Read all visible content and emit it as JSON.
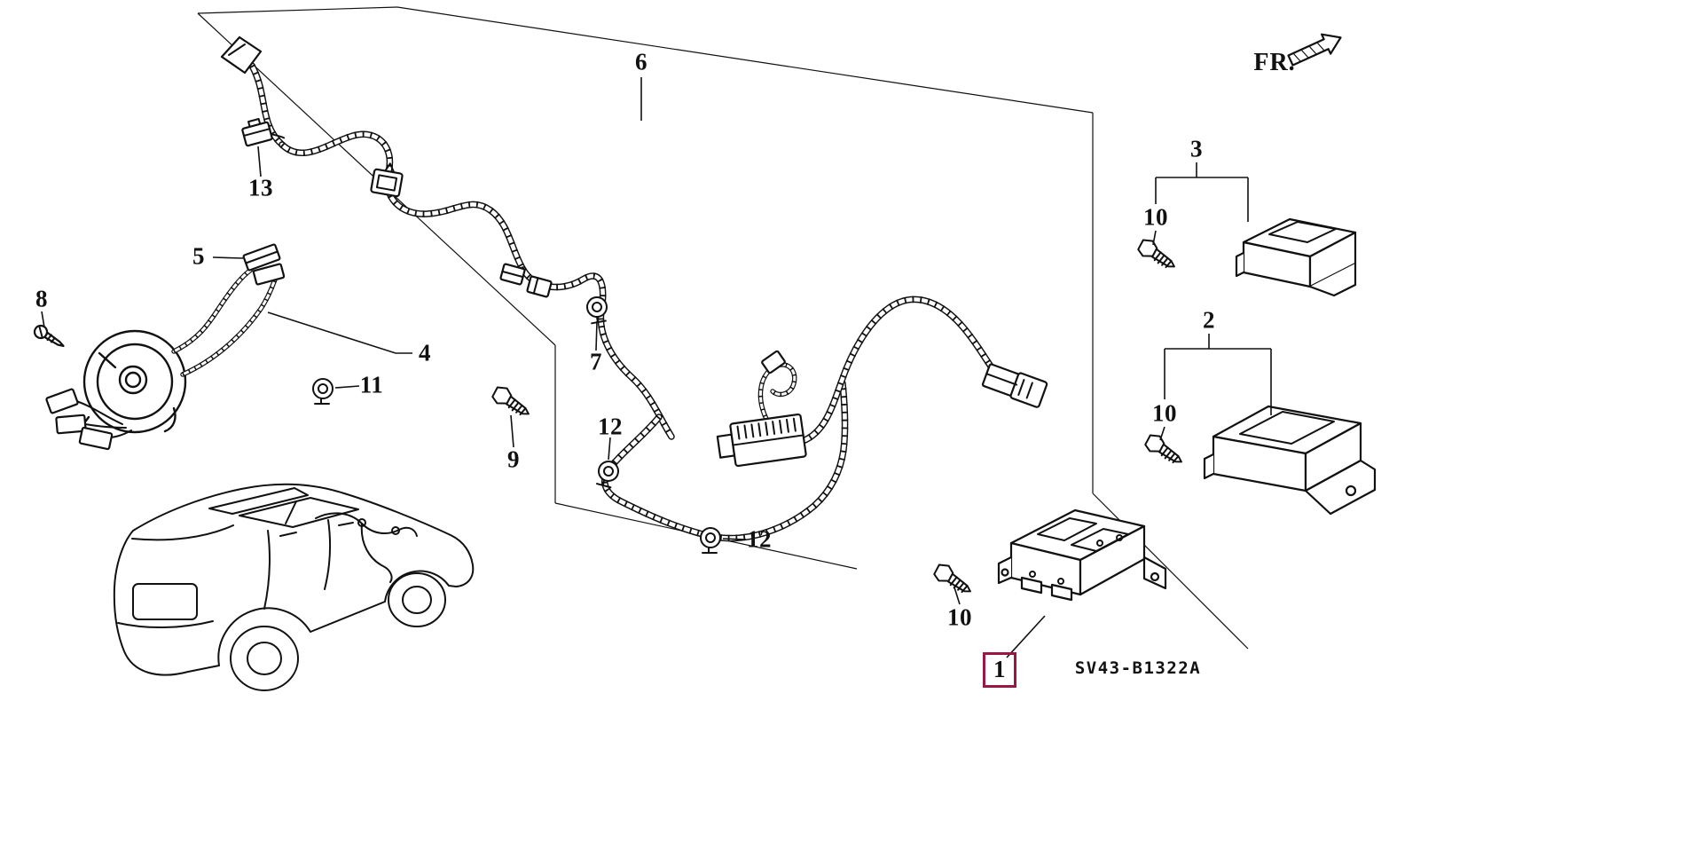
{
  "meta": {
    "background_color": "#ffffff",
    "line_color": "#111111",
    "accent_color": "#9b1742"
  },
  "orientation": {
    "fr_label": "FR."
  },
  "footer": {
    "diagram_code": "SV43-B1322A"
  },
  "callouts": {
    "c1": "1",
    "c2": "2",
    "c3": "3",
    "c4": "4",
    "c5": "5",
    "c6": "6",
    "c7": "7",
    "c8": "8",
    "c9": "9",
    "c10a": "10",
    "c10b": "10",
    "c10c": "10",
    "c11": "11",
    "c12a": "12",
    "c12b": "12",
    "c13": "13"
  }
}
